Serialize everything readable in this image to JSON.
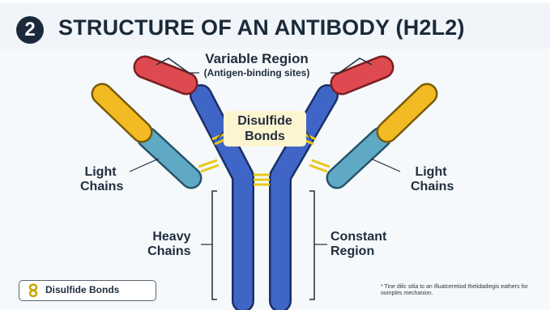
{
  "header": {
    "step_number": "2",
    "title": "STRUCTURE OF AN ANTIBODY (H2L2)"
  },
  "labels": {
    "variable_region": "Variable Region",
    "antigen_binding_sites": "(Antigen-binding sites)",
    "disulfide_bonds": "Disulfide Bonds",
    "light_chains_left": "Light Chains",
    "light_chains_right": "Light Chains",
    "heavy_chains": "Heavy Chains",
    "constant_region": "Constant Region"
  },
  "legend": {
    "label": "Disulfide Bonds",
    "icon": "disulfide-link-icon"
  },
  "footnote": "* Tine dilic stila to an ifluatceretiod thelidadiegis eathers for oomples mechanion.",
  "colors": {
    "heavy_chain": "#3f66c7",
    "heavy_chain_outline": "#1c2f66",
    "variable_region": "#de4a4f",
    "light_variable": "#f2bb24",
    "light_constant": "#5fa9c4",
    "disulfide": "#f5e040",
    "title_text": "#1b2a3a"
  }
}
